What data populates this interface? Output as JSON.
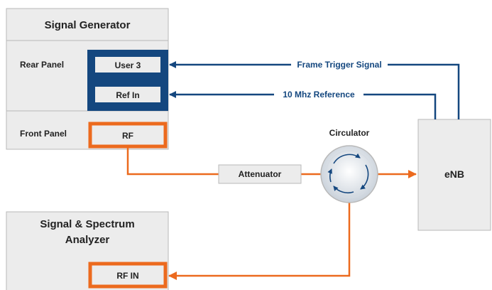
{
  "colors": {
    "box_fill": "#ececec",
    "box_border": "#b9b9b9",
    "navy": "#14477f",
    "orange": "#ec6a1e",
    "text": "#222222"
  },
  "signal_generator": {
    "title": "Signal Generator",
    "rear_panel_label": "Rear Panel",
    "front_panel_label": "Front Panel",
    "user3_port": "User 3",
    "refin_port": "Ref In",
    "rf_port": "RF"
  },
  "analyzer": {
    "title_line1": "Signal & Spectrum",
    "title_line2": "Analyzer",
    "rfin_port": "RF IN"
  },
  "attenuator_label": "Attenuator",
  "circulator_label": "Circulator",
  "enb_label": "eNB",
  "signals": {
    "frame_trigger": "Frame Trigger Signal",
    "reference": "10 Mhz Reference"
  },
  "icons": {
    "circulator": "circulator-icon",
    "arrow": "arrow-head-icon"
  }
}
